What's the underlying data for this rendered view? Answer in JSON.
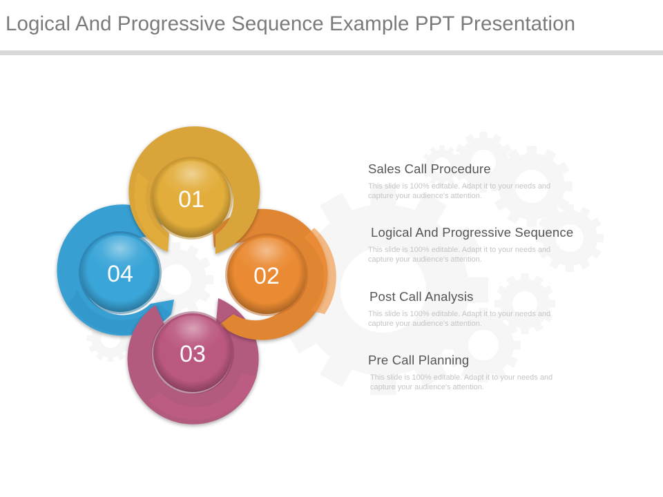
{
  "slide": {
    "title": "Logical And Progressive Sequence Example PPT Presentation"
  },
  "diagram": {
    "steps": [
      {
        "number": "01",
        "color": "#e2ad3b",
        "ring_color": "#d9a53a",
        "label": "Sales Call Procedure"
      },
      {
        "number": "02",
        "color": "#ea8a32",
        "ring_color": "#e08532",
        "label": "Logical And Progressive Sequence"
      },
      {
        "number": "03",
        "color": "#bb5880",
        "ring_color": "#b35a7f",
        "label": "Post Call Analysis"
      },
      {
        "number": "04",
        "color": "#3aa5d8",
        "ring_color": "#379fd3",
        "label": "Pre Call Planning"
      }
    ]
  },
  "items": [
    {
      "title": "Sales Call Procedure",
      "description": "This slide is 100% editable. Adapt it to your needs and capture your audience's attention."
    },
    {
      "title": "Logical And Progressive Sequence",
      "description": "This slide is 100% editable. Adapt it to your needs and capture your audience's attention."
    },
    {
      "title": "Post Call Analysis",
      "description": "This slide is 100% editable. Adapt it to your needs and capture your audience's attention."
    },
    {
      "title": "Pre Call Planning",
      "description": "This slide is 100% editable. Adapt it to your needs and capture your audience's attention."
    }
  ]
}
